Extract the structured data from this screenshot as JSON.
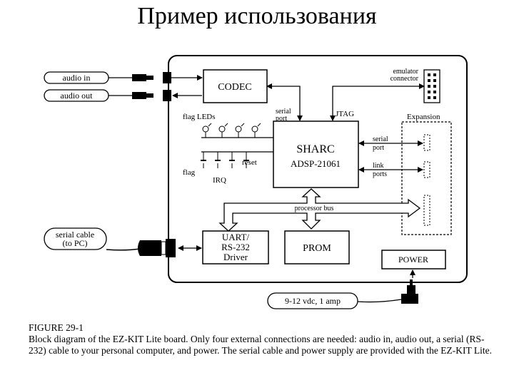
{
  "title": "Пример использования",
  "diagram": {
    "external": {
      "audio_in": "audio in",
      "audio_out": "audio out",
      "serial_cable_line1": "serial cable",
      "serial_cable_line2": "(to PC)",
      "power_supply": "9-12 vdc, 1 amp"
    },
    "blocks": {
      "codec": "CODEC",
      "sharc_line1": "SHARC",
      "sharc_line2": "ADSP-21061",
      "uart_line1": "UART/",
      "uart_line2": "RS-232",
      "uart_line3": "Driver",
      "prom": "PROM",
      "power": "POWER"
    },
    "labels": {
      "emulator_line1": "emulator",
      "emulator_line2": "connector",
      "expansion": "Expansion",
      "flag_leds": "flag LEDs",
      "serial_port_line1": "serial",
      "serial_port_line2": "port",
      "jtag": "JTAG",
      "exp_serial_line1": "serial",
      "exp_serial_line2": "port",
      "link_line1": "link",
      "link_line2": "ports",
      "flag": "flag",
      "irq": "IRQ",
      "reset": "reset",
      "processor_bus": "processor bus"
    }
  },
  "caption": {
    "figure": "FIGURE 29-1",
    "text": "Block diagram of the EZ-KIT Lite board. Only four external connections are needed: audio in, audio out, a serial (RS-232) cable to your personal computer, and power. The serial cable and power supply are provided with the EZ-KIT Lite."
  }
}
